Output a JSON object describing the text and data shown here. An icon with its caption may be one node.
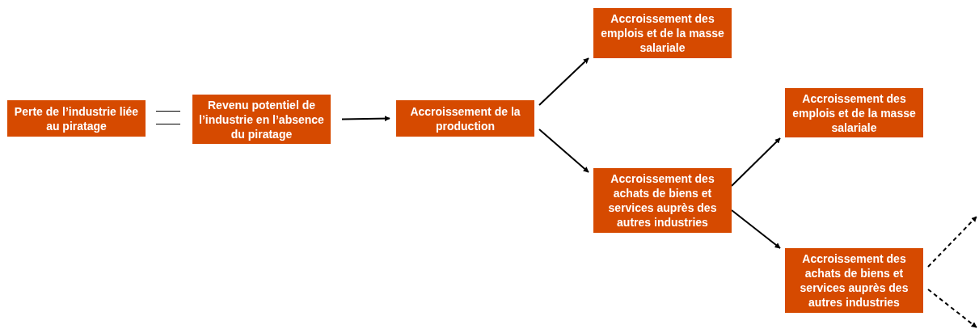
{
  "diagram": {
    "nodes": [
      {
        "text": [
          "Perte de l’industrie liée au piratage"
        ]
      },
      {
        "text": [
          "Revenu potentiel de l’industrie en l’absence du piratage"
        ]
      },
      {
        "text": [
          "Accroissement de la production"
        ]
      },
      {
        "text": [
          "Accroissement des emplois et de la masse salariale"
        ]
      },
      {
        "text": [
          "Accroissement des achats de biens et services auprès des autres industries"
        ]
      },
      {
        "text": [
          "Accroissement des emplois et de la masse salariale"
        ]
      },
      {
        "text": [
          "Accroissement des achats de biens et services auprès des autres industries"
        ]
      }
    ],
    "edges": [
      {
        "from": 1,
        "to": 2,
        "arrow": "to"
      },
      {
        "from": 2,
        "to": 3,
        "arrow": "to"
      },
      {
        "from": 2,
        "to": 4,
        "arrow": "to"
      },
      {
        "from": 4,
        "to": 5,
        "arrow": "to"
      },
      {
        "from": 4,
        "to": 6,
        "arrow": "to"
      },
      {
        "from": 6,
        "to": null,
        "arrow": "to",
        "style": "dashed"
      },
      {
        "from": 6,
        "to": null,
        "arrow": "to",
        "style": "dashed"
      }
    ]
  }
}
